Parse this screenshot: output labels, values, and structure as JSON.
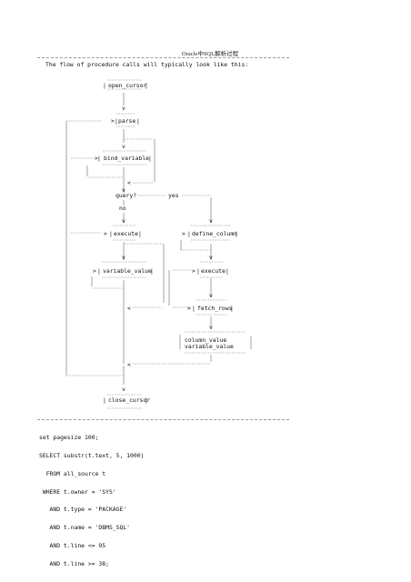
{
  "header": {
    "title": "Oracle中SQL解析过程"
  },
  "intro": "The flow of procedure calls will typically look like this:",
  "diagram": {
    "open_cursor": "open_cursor",
    "parse": "parse",
    "bind_variable": "bind_variable",
    "query": "query?",
    "yes": "yes",
    "no": "no",
    "execute_left": "execute",
    "define_column": "define_column",
    "variable_value": "variable_value",
    "execute_right": "execute",
    "fetch_rows": "fetch_rows",
    "column_value": "column_value",
    "variable_value_right": "variable_value",
    "close_cursor": "close_cursor",
    "arrow_v": "v",
    "arrow_right": ">",
    "arrow_left": "<"
  },
  "code_lines": [
    "set pagesize 100;",
    "SELECT substr(t.text, 5, 1000)",
    "  FROM all_source t",
    " WHERE t.owner = 'SYS'",
    "   AND t.type = 'PACKAGE'",
    "   AND t.name = 'DBMS_SQL'",
    "   AND t.line <= 95",
    "   AND t.line >= 38;"
  ]
}
